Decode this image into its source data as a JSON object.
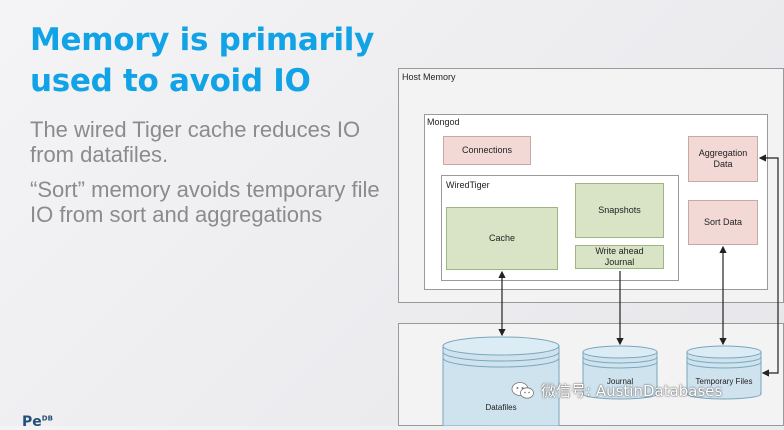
{
  "slide": {
    "title": "Memory is primarily used to avoid IO",
    "bullets": [
      "The wired Tiger cache reduces IO from datafiles.",
      "“Sort” memory avoids temporary file IO from sort and aggregations"
    ]
  },
  "diagram": {
    "host_memory_label": "Host Memory",
    "mongod_label": "Mongod",
    "connections_label": "Connections",
    "aggregation_label": "Aggregation Data",
    "wiredtiger_label": "WiredTiger",
    "cache_label": "Cache",
    "snapshots_label": "Snapshots",
    "write_ahead_label": "Write ahead Journal",
    "sort_data_label": "Sort Data",
    "datafiles_label": "Datafiles",
    "journal_label": "Journal",
    "temp_files_label": "Temporary Files"
  },
  "branding": {
    "logo_text": "Pe",
    "logo_sup": "DB",
    "watermark_text": "微信号: AustinDatabases",
    "watermark_icon": "wechat-icon"
  },
  "colors": {
    "title": "#12a3e6",
    "pink_box": "#f2d9d6",
    "green_box": "#d8e4c5",
    "cylinder": "#cfe3ee"
  }
}
